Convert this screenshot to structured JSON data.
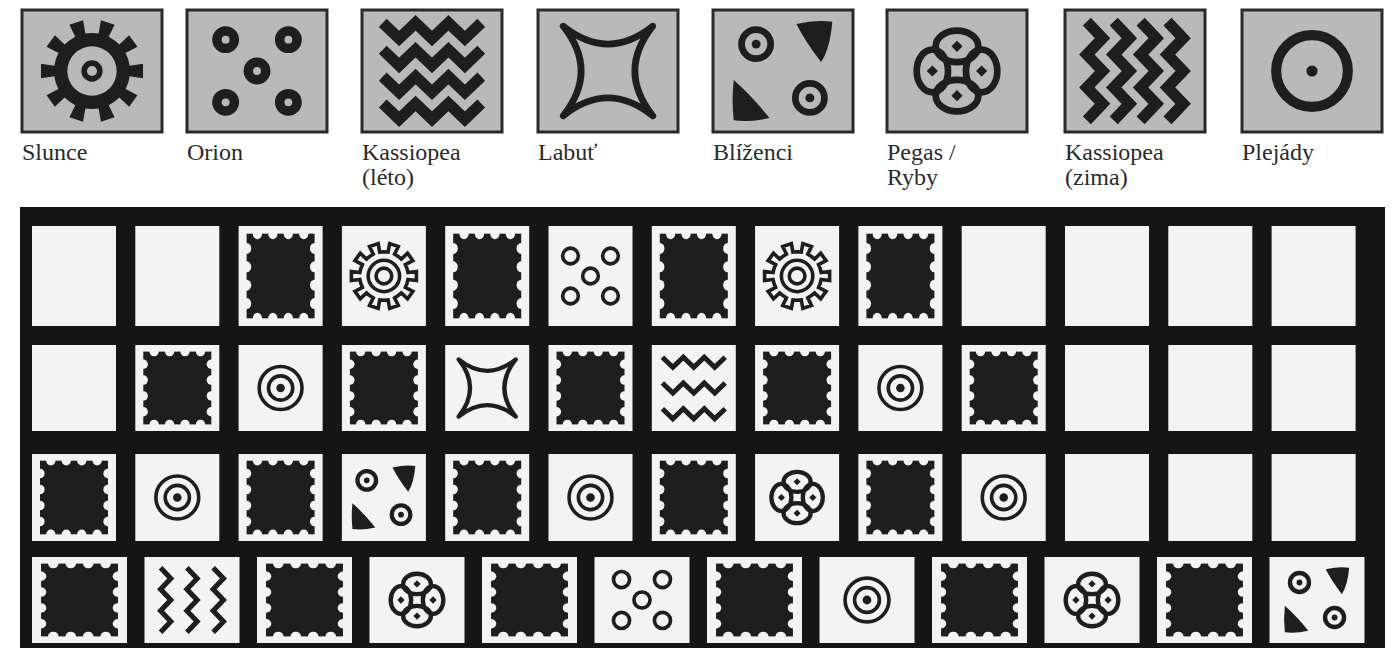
{
  "diagram": {
    "labels": [
      "Slunce",
      "Orion",
      "Kassiopea (léto)",
      "Labuť",
      "Blíženci",
      "Pegas / Ryby",
      "Kassiopea (zima)",
      "Plejády"
    ]
  }
}
